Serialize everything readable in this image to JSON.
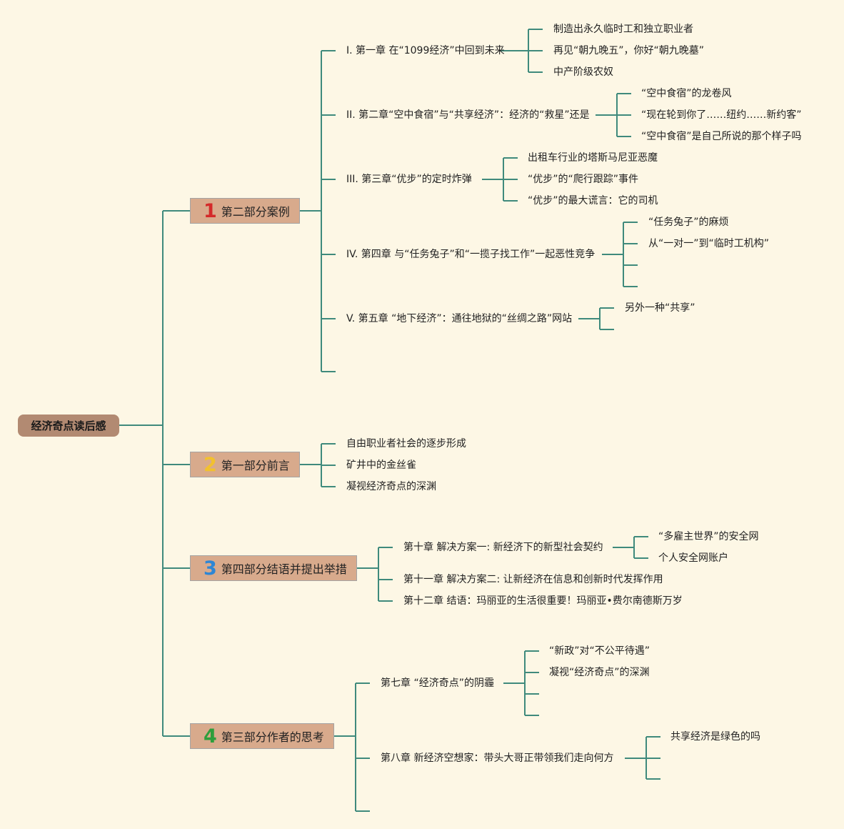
{
  "root": {
    "label": "经济奇点读后感"
  },
  "topics": [
    {
      "badge": "1",
      "badge_color": "#d42a2a",
      "label": "第二部分案例"
    },
    {
      "badge": "2",
      "badge_color": "#f2c12e",
      "label": "第一部分前言"
    },
    {
      "badge": "3",
      "badge_color": "#2e86d4",
      "label": "第四部分结语并提出举措"
    },
    {
      "badge": "4",
      "badge_color": "#2e9e3c",
      "label": "第三部分作者的思考"
    }
  ],
  "part2": {
    "chapters": [
      {
        "label": "I. 第一章 在“1099经济”中回到未来",
        "items": [
          "制造出永久临时工和独立职业者",
          "再见“朝九晚五”，你好“朝九晚墓”",
          "中产阶级农奴"
        ]
      },
      {
        "label": "II. 第二章“空中食宿”与“共享经济”：经济的“救星”还是",
        "items": [
          "“空中食宿”的龙卷风",
          "“现在轮到你了……纽约……新约客”",
          "“空中食宿”是自己所说的那个样子吗"
        ]
      },
      {
        "label": "III. 第三章“优步”的定时炸弹",
        "items": [
          "出租车行业的塔斯马尼亚恶魔",
          "“优步”的“爬行跟踪”事件",
          "“优步”的最大谎言：它的司机"
        ]
      },
      {
        "label": "IV. 第四章 与“任务兔子”和“一揽子找工作”一起恶性竞争",
        "items": [
          "“任务兔子”的麻烦",
          "从“一对一”到“临时工机构”"
        ]
      },
      {
        "label": "V. 第五章 “地下经济”：通往地狱的“丝绸之路”网站",
        "items": [
          "另外一种“共享”"
        ]
      }
    ]
  },
  "part1": {
    "items": [
      "自由职业者社会的逐步形成",
      "矿井中的金丝雀",
      "凝视经济奇点的深渊"
    ]
  },
  "part4": {
    "chapters": [
      {
        "label": "第十章 解决方案一: 新经济下的新型社会契约",
        "items": [
          "“多雇主世界”的安全网",
          "个人安全网账户"
        ]
      },
      {
        "label": "第十一章 解决方案二: 让新经济在信息和创新时代发挥作用"
      },
      {
        "label": "第十二章 结语：玛丽亚的生活很重要！玛丽亚•费尔南德斯万岁"
      }
    ]
  },
  "part3": {
    "chapters": [
      {
        "label": "第七章 “经济奇点”的阴霾",
        "items": [
          "“新政”对“不公平待遇”",
          "凝视“经济奇点”的深渊"
        ]
      },
      {
        "label": "第八章 新经济空想家：带头大哥正带领我们走向何方",
        "items": [
          "共享经济是绿色的吗"
        ]
      }
    ]
  },
  "colors": {
    "line": "#3f8a7c",
    "background": "#fdf7e5",
    "root_fill": "#b28a72",
    "topic_fill": "#d8aa8c"
  }
}
